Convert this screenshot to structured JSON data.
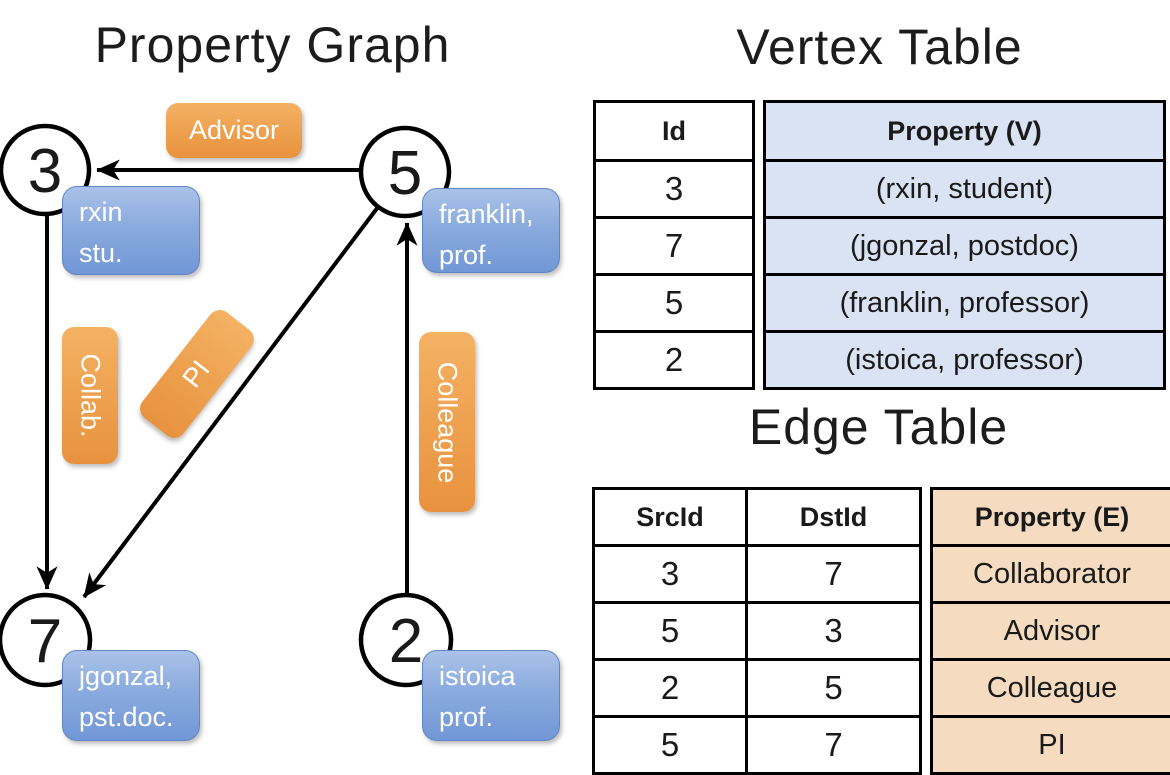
{
  "graph": {
    "title": "Property Graph",
    "nodes": {
      "n3": "3",
      "n5": "5",
      "n7": "7",
      "n2": "2"
    },
    "node_props": {
      "v3": {
        "line1": "rxin",
        "line2": "stu."
      },
      "v5": {
        "line1": "franklin,",
        "line2": "prof."
      },
      "v7": {
        "line1": "jgonzal,",
        "line2": "pst.doc."
      },
      "v2": {
        "line1": "istoica",
        "line2": "prof."
      }
    },
    "edge_labels": {
      "advisor": "Advisor",
      "collab": "Collab.",
      "pi": "PI",
      "colleague": "Colleague"
    }
  },
  "vertex_table": {
    "title": "Vertex Table",
    "headers": {
      "id": "Id",
      "property": "Property (V)"
    },
    "rows": [
      {
        "id": "3",
        "property": "(rxin, student)"
      },
      {
        "id": "7",
        "property": "(jgonzal, postdoc)"
      },
      {
        "id": "5",
        "property": "(franklin, professor)"
      },
      {
        "id": "2",
        "property": "(istoica, professor)"
      }
    ]
  },
  "edge_table": {
    "title": "Edge Table",
    "headers": {
      "src": "SrcId",
      "dst": "DstId",
      "property": "Property (E)"
    },
    "rows": [
      {
        "src": "3",
        "dst": "7",
        "property": "Collaborator"
      },
      {
        "src": "5",
        "dst": "3",
        "property": "Advisor"
      },
      {
        "src": "2",
        "dst": "5",
        "property": "Colleague"
      },
      {
        "src": "5",
        "dst": "7",
        "property": "PI"
      }
    ]
  },
  "colors": {
    "vertex_property_fill": "#dae3f3",
    "edge_property_fill": "#f5dcc0",
    "node_box_blue": "#7b9fd8",
    "edge_label_orange": "#eda04e",
    "line_black": "#000000"
  }
}
